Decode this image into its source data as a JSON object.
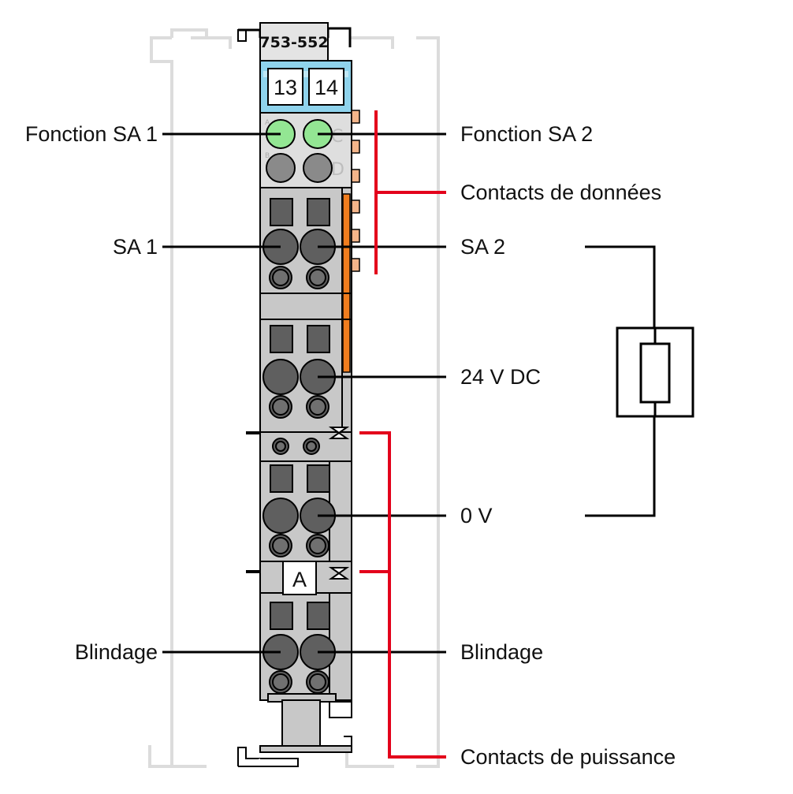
{
  "module": {
    "part_number": "753-552",
    "marker_left": "13",
    "marker_right": "14",
    "letter_a": "A",
    "letter_b": "B",
    "letter_c": "C",
    "letter_d": "D",
    "marking_a": "A"
  },
  "labels": {
    "fonction_sa1": "Fonction SA 1",
    "fonction_sa2": "Fonction SA 2",
    "contacts_donnees": "Contacts de données",
    "sa1": "SA 1",
    "sa2": "SA 2",
    "v24dc": "24 V DC",
    "v0": "0 V",
    "blindage_left": "Blindage",
    "blindage_right": "Blindage",
    "contacts_puissance": "Contacts de puissance"
  },
  "colors": {
    "module_gray": "#c8c8c8",
    "module_light": "#dedede",
    "marker_blue": "#8fd3ec",
    "led_green": "#93e693",
    "led_off": "#8a8a8a",
    "data_contact": "#f4b58a",
    "power_bar": "#f07d1e",
    "callout_red": "#e3001b",
    "rail_outline": "#dcdcdc"
  }
}
